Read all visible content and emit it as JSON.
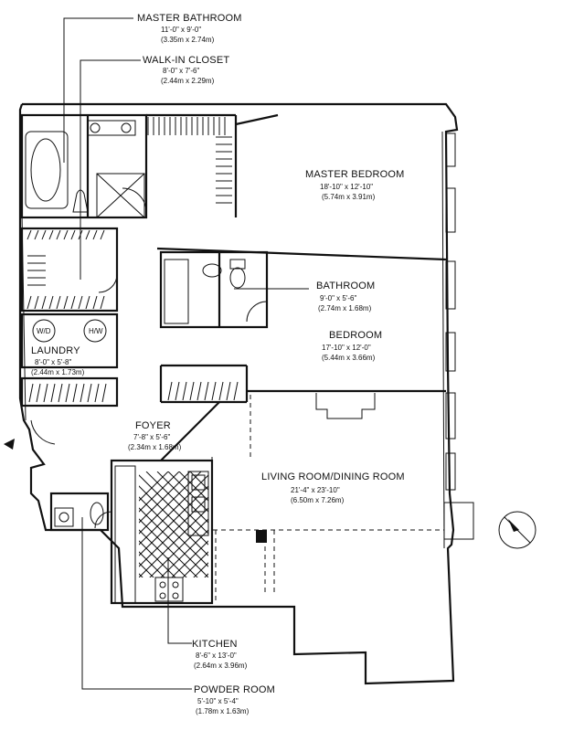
{
  "plan": {
    "rooms": [
      {
        "key": "master_bath",
        "name": "MASTER BATHROOM",
        "dim_imperial": "11'-0\" x 9'-0\"",
        "dim_metric": "(3.35m x 2.74m)"
      },
      {
        "key": "walk_in_closet",
        "name": "WALK-IN CLOSET",
        "dim_imperial": "8'-0\" x 7'-6\"",
        "dim_metric": "(2.44m x 2.29m)"
      },
      {
        "key": "master_bedroom",
        "name": "MASTER BEDROOM",
        "dim_imperial": "18'-10\" x 12'-10\"",
        "dim_metric": "(5.74m x 3.91m)"
      },
      {
        "key": "bathroom",
        "name": "BATHROOM",
        "dim_imperial": "9'-0\" x 5'-6\"",
        "dim_metric": "(2.74m x 1.68m)"
      },
      {
        "key": "bedroom",
        "name": "BEDROOM",
        "dim_imperial": "17'-10\" x 12'-0\"",
        "dim_metric": "(5.44m x 3.66m)"
      },
      {
        "key": "laundry",
        "name": "LAUNDRY",
        "dim_imperial": "8'-0\" x 5'-8\"",
        "dim_metric": "(2.44m x 1.73m)"
      },
      {
        "key": "foyer",
        "name": "FOYER",
        "dim_imperial": "7'-8\" x 5'-6\"",
        "dim_metric": "(2.34m x 1.68m)"
      },
      {
        "key": "living_dining",
        "name": "LIVING ROOM/DINING ROOM",
        "dim_imperial": "21'-4\" x 23'-10\"",
        "dim_metric": "(6.50m x 7.26m)"
      },
      {
        "key": "kitchen",
        "name": "KITCHEN",
        "dim_imperial": "8'-6\" x 13'-0\"",
        "dim_metric": "(2.64m x 3.96m)"
      },
      {
        "key": "powder_room",
        "name": "POWDER ROOM",
        "dim_imperial": "5'-10\" x 5'-4\"",
        "dim_metric": "(1.78m x 1.63m)"
      }
    ],
    "appliances": {
      "washer_dryer": "W/D",
      "hot_water": "H/W"
    },
    "icons": {
      "compass": "north-arrow-icon",
      "entry": "entry-arrow-icon"
    },
    "colors": {
      "line": "#111111",
      "background": "#ffffff"
    }
  }
}
